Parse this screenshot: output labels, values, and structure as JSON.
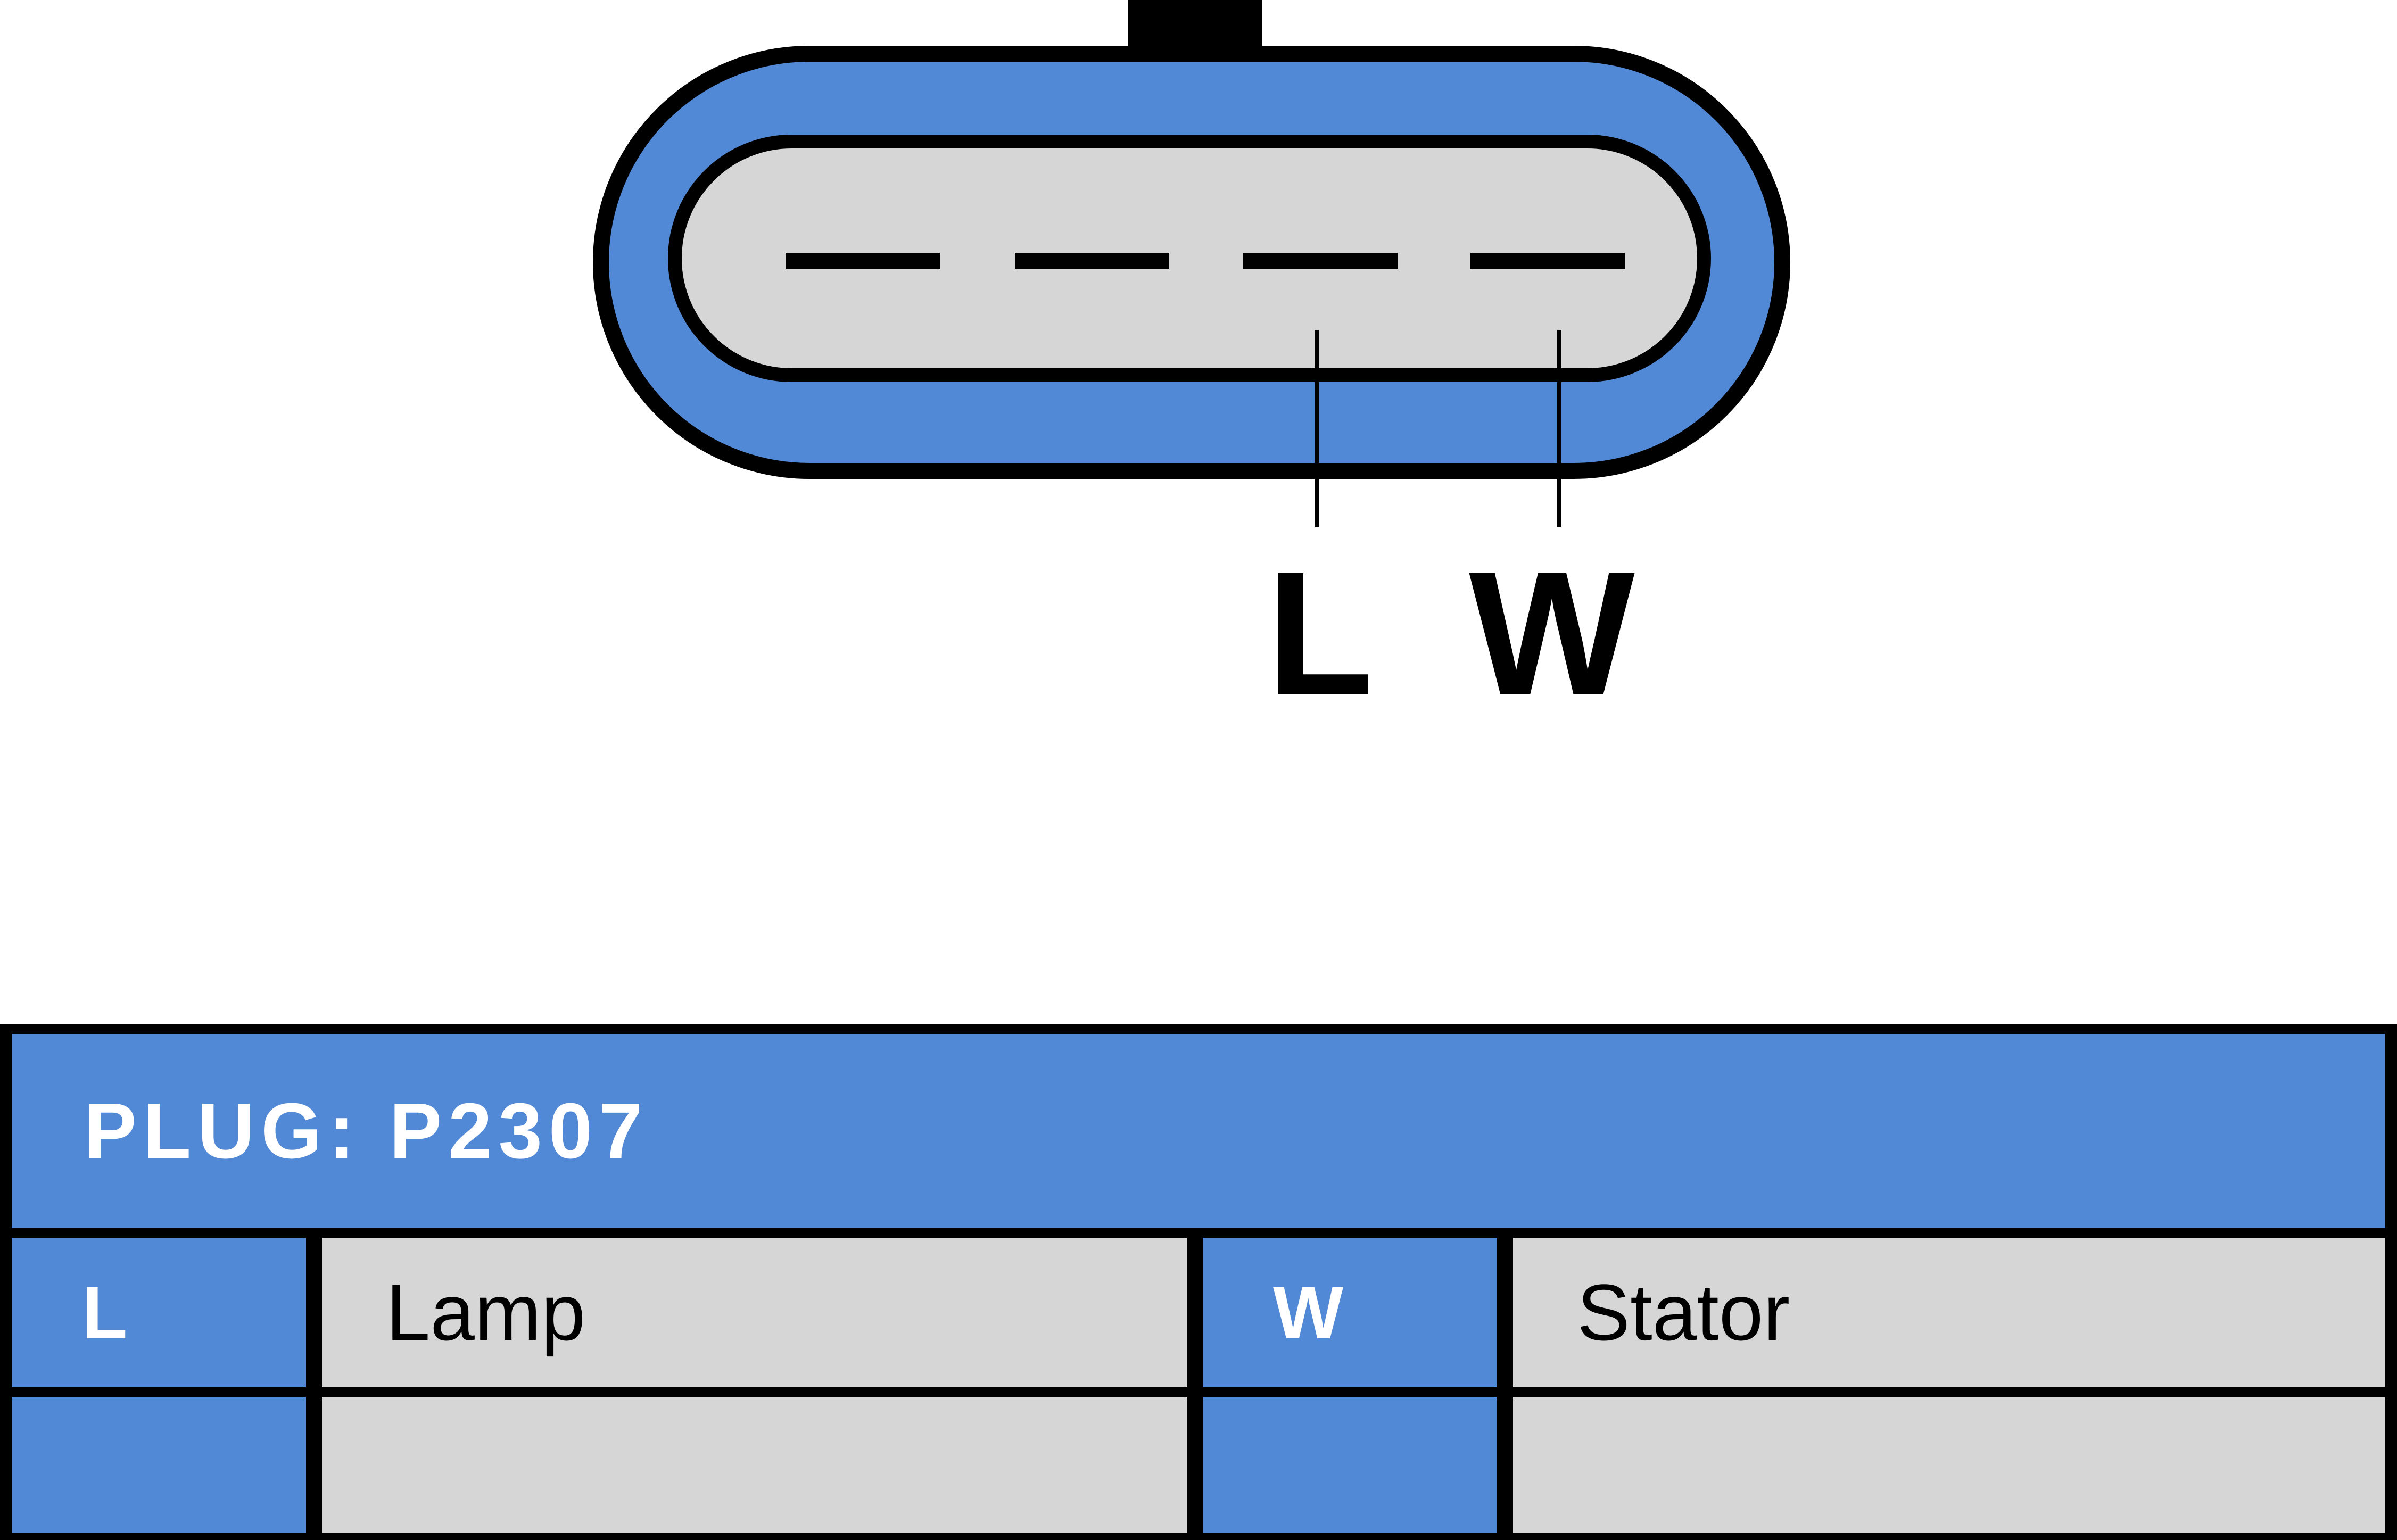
{
  "connector": {
    "terminal_slot_count": 4,
    "pin_labels": [
      {
        "text": "L"
      },
      {
        "text": "W"
      }
    ]
  },
  "table": {
    "header_label": "PLUG: P2307",
    "rows": [
      {
        "cells": [
          {
            "text": "L"
          },
          {
            "text": "Lamp"
          },
          {
            "text": "W"
          },
          {
            "text": "Stator"
          }
        ]
      },
      {
        "cells": [
          {
            "text": ""
          },
          {
            "text": ""
          },
          {
            "text": ""
          },
          {
            "text": ""
          }
        ]
      }
    ]
  },
  "colors": {
    "accent_blue": "#5289d6",
    "surface_gray": "#d6d6d6",
    "outline_black": "#000000",
    "text_white": "#ffffff"
  }
}
